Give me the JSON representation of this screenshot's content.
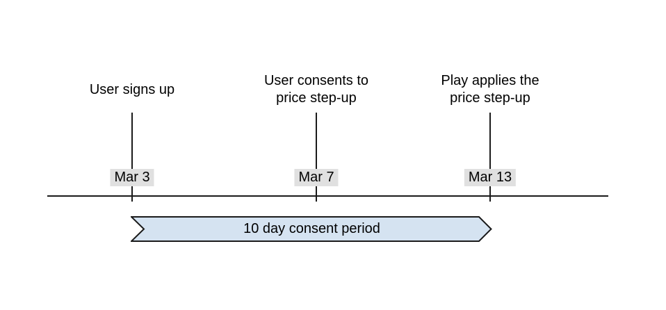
{
  "colors": {
    "background": "#ffffff",
    "line": "#1a1a1a",
    "text": "#000000",
    "chip-bg": "#e0e0e0",
    "banner-fill": "#d5e3f1",
    "banner-border": "#1a1a1a"
  },
  "diagram": {
    "type": "timeline",
    "events": [
      {
        "label_lines": [
          "User signs up"
        ],
        "date": "Mar 3"
      },
      {
        "label_lines": [
          "User consents to",
          "price step-up"
        ],
        "date": "Mar 7"
      },
      {
        "label_lines": [
          "Play applies the",
          "price step-up"
        ],
        "date": "Mar 13"
      }
    ],
    "banner": {
      "label": "10 day consent period",
      "span_start_date": "Mar 3",
      "span_end_date": "Mar 13"
    }
  }
}
